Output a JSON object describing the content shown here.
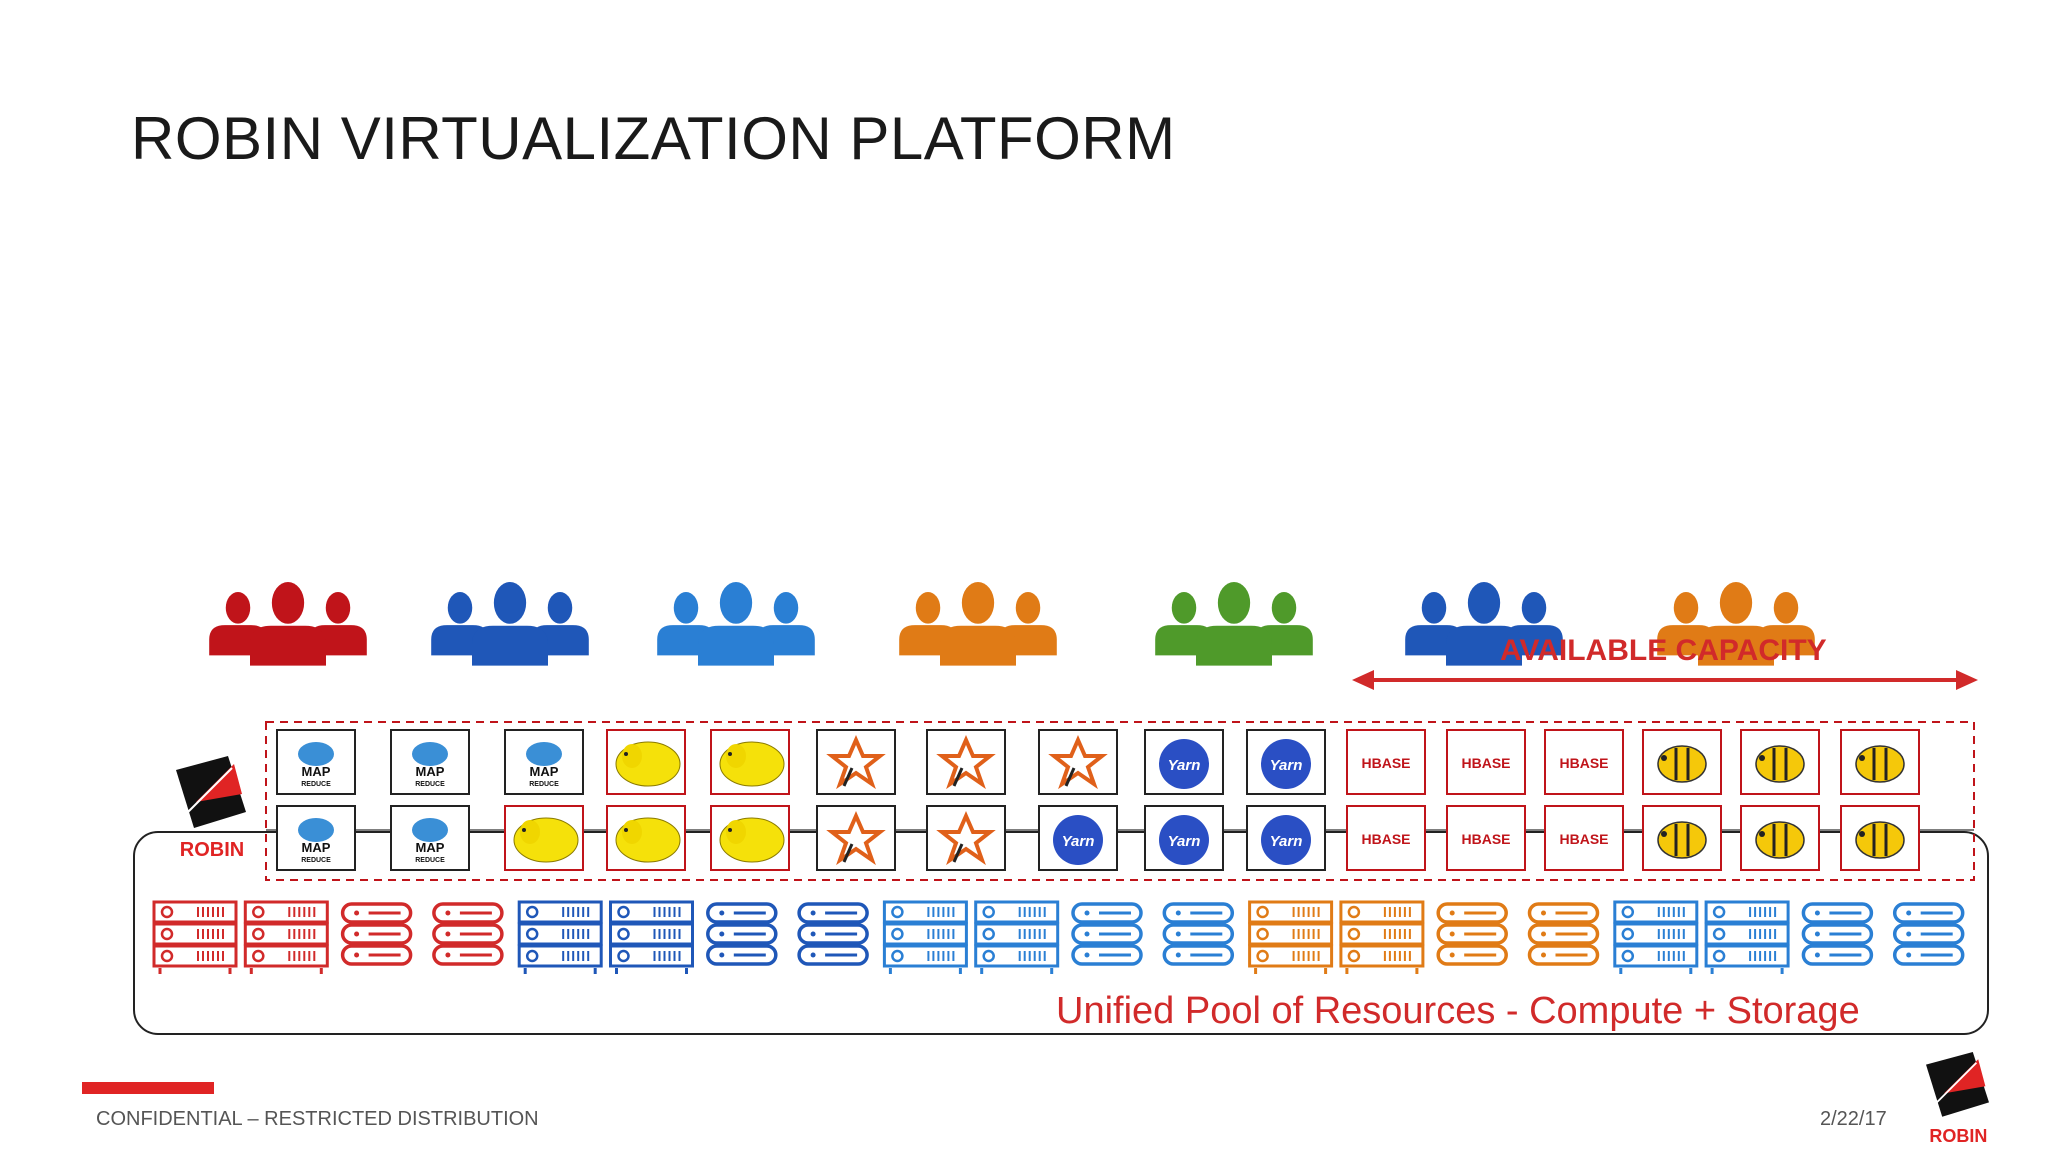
{
  "slide": {
    "title": "ROBIN VIRTUALIZATION PLATFORM",
    "capacity_label": "AVAILABLE CAPACITY",
    "pool_label": "Unified Pool of Resources - Compute + Storage",
    "footer": {
      "confidential": "CONFIDENTIAL – RESTRICTED DISTRIBUTION",
      "date": "2/22/17"
    },
    "logo_text": "ROBIN",
    "tiles": {
      "mapreduce_text": "MAP",
      "mapreduce_sub": "REDUCE",
      "yarn_text": "Yarn",
      "hbase_text": "HBASE"
    }
  },
  "colors": {
    "accent_red": "#d12a2a",
    "dark_blue": "#1f57b8",
    "light_blue": "#2a7fd4",
    "orange": "#e07b16",
    "green": "#4f9a2a",
    "dark_red": "#c0141a"
  },
  "user_groups": [
    {
      "color": "#c0141a",
      "icon": "users-icon"
    },
    {
      "color": "#1f57b8",
      "icon": "users-icon"
    },
    {
      "color": "#2a7fd4",
      "icon": "users-icon"
    },
    {
      "color": "#e07b16",
      "icon": "users-icon"
    },
    {
      "color": "#4f9a2a",
      "icon": "users-icon"
    },
    {
      "color": "#1f57b8",
      "icon": "users-icon"
    },
    {
      "color": "#e07b16",
      "icon": "users-icon"
    }
  ],
  "app_rows": [
    [
      "mapreduce",
      "mapreduce",
      "mapreduce",
      "hadoop",
      "hadoop",
      "spark",
      "spark",
      "spark",
      "yarn",
      "yarn",
      "hbase",
      "hbase",
      "hbase",
      "hive",
      "hive",
      "hive"
    ],
    [
      "mapreduce",
      "mapreduce",
      "hadoop",
      "hadoop",
      "hadoop",
      "spark",
      "spark",
      "yarn",
      "yarn",
      "yarn",
      "hbase",
      "hbase",
      "hbase",
      "hive",
      "hive",
      "hive"
    ]
  ],
  "servers": [
    {
      "kind": "rack",
      "color": "#d12a2a"
    },
    {
      "kind": "rack",
      "color": "#d12a2a"
    },
    {
      "kind": "storage",
      "color": "#d12a2a"
    },
    {
      "kind": "storage",
      "color": "#d12a2a"
    },
    {
      "kind": "rack",
      "color": "#1f57b8"
    },
    {
      "kind": "rack",
      "color": "#1f57b8"
    },
    {
      "kind": "storage",
      "color": "#1f57b8"
    },
    {
      "kind": "storage",
      "color": "#1f57b8"
    },
    {
      "kind": "rack",
      "color": "#2a7fd4"
    },
    {
      "kind": "rack",
      "color": "#2a7fd4"
    },
    {
      "kind": "storage",
      "color": "#2a7fd4"
    },
    {
      "kind": "storage",
      "color": "#2a7fd4"
    },
    {
      "kind": "rack",
      "color": "#e07b16"
    },
    {
      "kind": "rack",
      "color": "#e07b16"
    },
    {
      "kind": "storage",
      "color": "#e07b16"
    },
    {
      "kind": "storage",
      "color": "#e07b16"
    },
    {
      "kind": "rack",
      "color": "#2a7fd4"
    },
    {
      "kind": "rack",
      "color": "#2a7fd4"
    },
    {
      "kind": "storage",
      "color": "#2a7fd4"
    },
    {
      "kind": "storage",
      "color": "#2a7fd4"
    }
  ]
}
